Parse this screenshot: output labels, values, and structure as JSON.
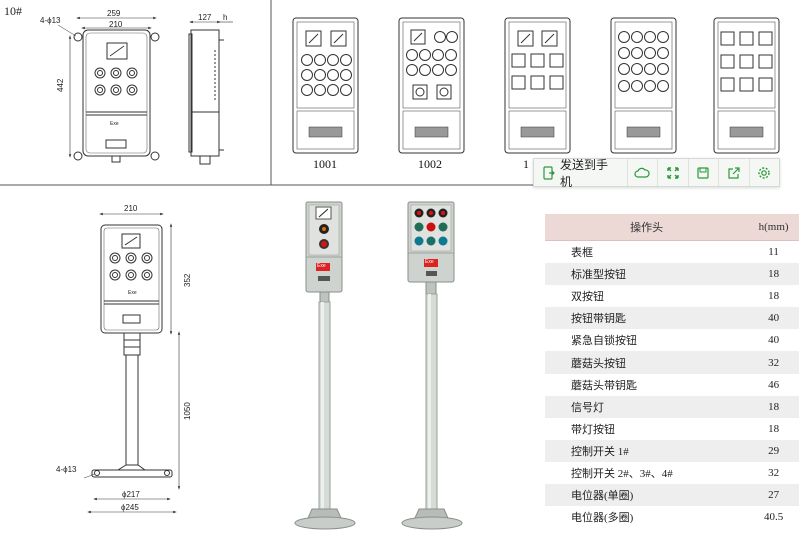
{
  "top_left_label": "10#",
  "front_drawing": {
    "hole_label": "4-ϕ13",
    "width_outer": "259",
    "width_inner": "210",
    "height": "442",
    "plate_mark": "Exe"
  },
  "side_drawing": {
    "depth": "127",
    "h_label": "h"
  },
  "models": [
    "1001",
    "1002",
    "1"
  ],
  "stand_drawing": {
    "width": "210",
    "box_height": "352",
    "pole_height": "1050",
    "hole_label": "4-ϕ13",
    "base_inner": "ϕ217",
    "base_outer": "ϕ245",
    "plate_mark": "Exe"
  },
  "photo_plate_mark": "Exe",
  "toolbar": {
    "send_label": "发送到手机",
    "icons": [
      "send-phone-icon",
      "cloud-icon",
      "expand-icon",
      "save-icon",
      "share-icon",
      "settings-icon"
    ],
    "accent": "#2a9a3a"
  },
  "spec_table": {
    "headers": [
      "操作头",
      "h(mm)"
    ],
    "rows": [
      {
        "name": "表框",
        "h": "11"
      },
      {
        "name": "标准型按钮",
        "h": "18"
      },
      {
        "name": "双按钮",
        "h": "18"
      },
      {
        "name": "按钮带钥匙",
        "h": "40"
      },
      {
        "name": "紧急自锁按钮",
        "h": "40"
      },
      {
        "name": "蘑菇头按钮",
        "h": "32"
      },
      {
        "name": "蘑菇头带钥匙",
        "h": "46"
      },
      {
        "name": "信号灯",
        "h": "18"
      },
      {
        "name": "带灯按钮",
        "h": "18"
      },
      {
        "name": "控制开关 1#",
        "h": "29"
      },
      {
        "name": "控制开关 2#、3#、4#",
        "h": "32"
      },
      {
        "name": "电位器(单圈)",
        "h": "27"
      },
      {
        "name": "电位器(多圈)",
        "h": "40.5"
      }
    ],
    "header_bg": "#ecd8d4",
    "alt_bg": "#eeeeee"
  }
}
